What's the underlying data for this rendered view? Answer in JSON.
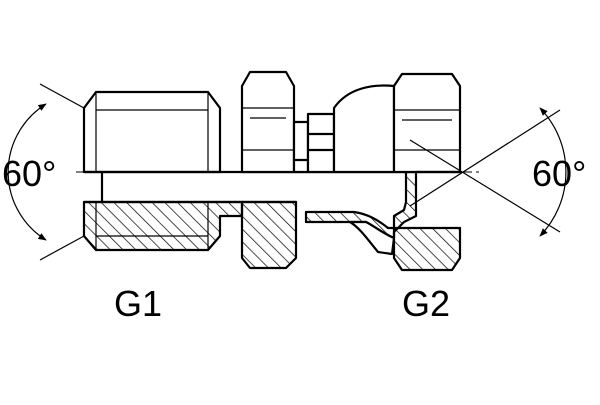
{
  "labels": {
    "port1": "G1",
    "port2": "G2",
    "angle_left": "60°",
    "angle_right": "60°"
  },
  "colors": {
    "line": "#000000",
    "background": "#ffffff"
  }
}
